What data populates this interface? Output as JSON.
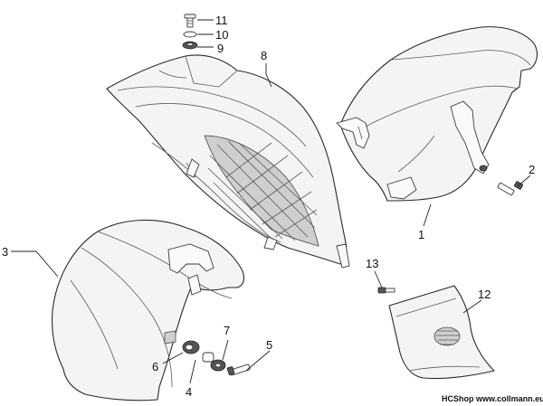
{
  "callouts": [
    "1",
    "2",
    "3",
    "4",
    "5",
    "6",
    "7",
    "8",
    "9",
    "10",
    "11",
    "12",
    "13"
  ],
  "watermark": "HCShop www.collmann.eu"
}
